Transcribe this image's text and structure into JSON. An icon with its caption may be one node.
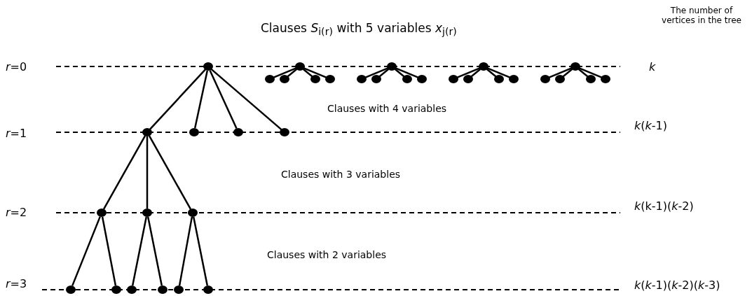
{
  "diagram": {
    "nodes": [
      {
        "text": [],
        "shape": "circle"
      },
      {
        "text": [],
        "shape": "circle"
      },
      {
        "text": [],
        "shape": "circle"
      },
      {
        "text": [],
        "shape": "circle"
      },
      {
        "text": [],
        "shape": "circle"
      },
      {
        "text": [],
        "shape": "circle"
      },
      {
        "text": [],
        "shape": "circle"
      },
      {
        "text": [],
        "shape": "circle"
      },
      {
        "text": [],
        "shape": "circle"
      },
      {
        "text": [],
        "shape": "circle"
      },
      {
        "text": [],
        "shape": "circle"
      },
      {
        "text": [],
        "shape": "circle"
      },
      {
        "text": [],
        "shape": "circle"
      },
      {
        "text": [],
        "shape": "circle"
      },
      {
        "text": [],
        "shape": "circle"
      },
      {
        "text": [],
        "shape": "circle"
      },
      {
        "text": [],
        "shape": "circle"
      },
      {
        "text": [],
        "shape": "circle"
      },
      {
        "text": [],
        "shape": "circle"
      },
      {
        "text": [],
        "shape": "circle"
      },
      {
        "text": [],
        "shape": "circle"
      },
      {
        "text": [],
        "shape": "circle"
      },
      {
        "text": [],
        "shape": "circle"
      },
      {
        "text": [],
        "shape": "circle"
      },
      {
        "text": [],
        "shape": "circle"
      },
      {
        "text": [],
        "shape": "circle"
      },
      {
        "text": [],
        "shape": "circle"
      },
      {
        "text": [],
        "shape": "circle"
      },
      {
        "text": [],
        "shape": "circle"
      },
      {
        "text": [],
        "shape": "circle"
      },
      {
        "text": [],
        "shape": "circle"
      },
      {
        "text": [],
        "shape": "circle"
      },
      {
        "text": [],
        "shape": "circle"
      },
      {
        "text": [],
        "shape": "circle"
      }
    ],
    "edges": [
      {
        "from": 0,
        "to": 21,
        "arrow": "none"
      },
      {
        "from": 0,
        "to": 22,
        "arrow": "none"
      },
      {
        "from": 0,
        "to": 23,
        "arrow": "none"
      },
      {
        "from": 0,
        "to": 24,
        "arrow": "none"
      },
      {
        "from": 1,
        "to": 2,
        "arrow": "none"
      },
      {
        "from": 1,
        "to": 3,
        "arrow": "none"
      },
      {
        "from": 1,
        "to": 4,
        "arrow": "none"
      },
      {
        "from": 1,
        "to": 5,
        "arrow": "none"
      },
      {
        "from": 6,
        "to": 7,
        "arrow": "none"
      },
      {
        "from": 6,
        "to": 8,
        "arrow": "none"
      },
      {
        "from": 6,
        "to": 9,
        "arrow": "none"
      },
      {
        "from": 6,
        "to": 10,
        "arrow": "none"
      },
      {
        "from": 11,
        "to": 12,
        "arrow": "none"
      },
      {
        "from": 11,
        "to": 13,
        "arrow": "none"
      },
      {
        "from": 11,
        "to": 14,
        "arrow": "none"
      },
      {
        "from": 11,
        "to": 15,
        "arrow": "none"
      },
      {
        "from": 16,
        "to": 17,
        "arrow": "none"
      },
      {
        "from": 16,
        "to": 18,
        "arrow": "none"
      },
      {
        "from": 16,
        "to": 19,
        "arrow": "none"
      },
      {
        "from": 16,
        "to": 20,
        "arrow": "none"
      },
      {
        "from": 21,
        "to": 25,
        "arrow": "none"
      },
      {
        "from": 21,
        "to": 26,
        "arrow": "none"
      },
      {
        "from": 21,
        "to": 27,
        "arrow": "none"
      },
      {
        "from": 25,
        "to": 28,
        "arrow": "none"
      },
      {
        "from": 25,
        "to": 29,
        "arrow": "none"
      },
      {
        "from": 26,
        "to": 30,
        "arrow": "none"
      },
      {
        "from": 26,
        "to": 31,
        "arrow": "none"
      },
      {
        "from": 27,
        "to": 32,
        "arrow": "none"
      },
      {
        "from": 27,
        "to": 33,
        "arrow": "none"
      }
    ],
    "labels": [
      "The number of vertices in the tree",
      "Clauses *S*$_{i(r)}$ with 5 variables *x*$_{j(r)}$",
      "*r*=0",
      "*k*",
      "Clauses with 4 variables",
      "*r*=1",
      "*k*(*k*-1)",
      "Clauses with 3 variables",
      "*r*=2",
      "*k*(k-1)(*k*-2)",
      "Clauses with 2 variables",
      "*r*=3",
      "*k*(*k*-1)(*k*-2)(*k*-3)"
    ]
  }
}
